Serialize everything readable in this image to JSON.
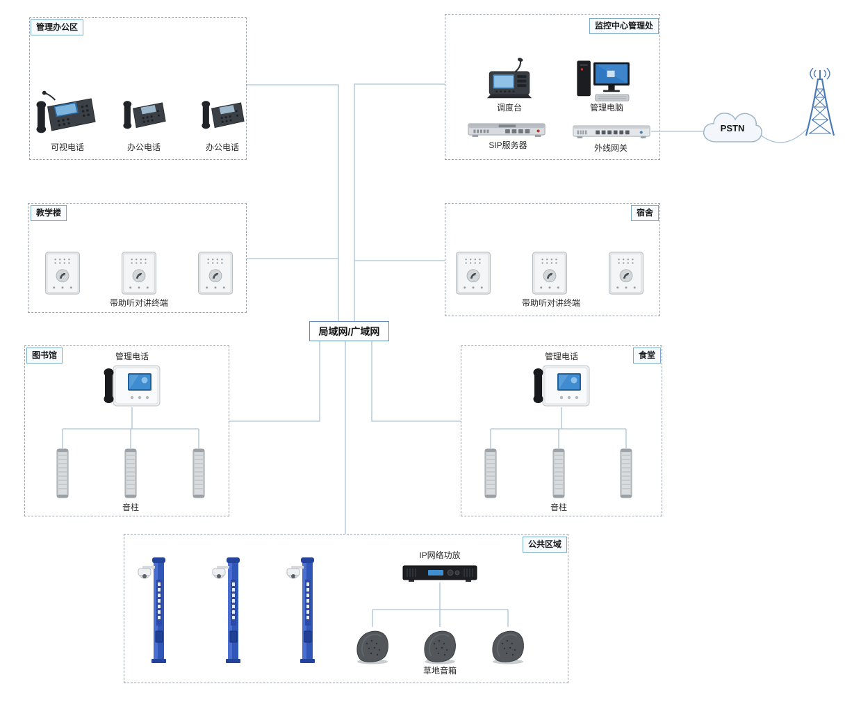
{
  "network": {
    "center_label": "局域网/广域网",
    "pstn_label": "PSTN"
  },
  "zones": {
    "office": {
      "title": "管理办公区",
      "captions": [
        "可视电话",
        "办公电话",
        "办公电话"
      ]
    },
    "monitor": {
      "title": "监控中心管理处",
      "captions": [
        "调度台",
        "管理电脑",
        "SIP服务器",
        "外线网关"
      ]
    },
    "teaching": {
      "title": "教学楼",
      "caption": "带助听对讲终端"
    },
    "dorm": {
      "title": "宿舍",
      "caption": "带助听对讲终端"
    },
    "library": {
      "title": "图书馆",
      "phone_caption": "管理电话",
      "speaker_caption": "音柱"
    },
    "canteen": {
      "title": "食堂",
      "phone_caption": "管理电话",
      "speaker_caption": "音柱"
    },
    "public": {
      "title": "公共区域",
      "amp_caption": "IP网络功放",
      "speaker_caption": "草地音箱"
    }
  },
  "colors": {
    "wire": "#a9c3d6",
    "zone_border": "#9aa1a8",
    "chip_border": "#7ba9c9",
    "pole_blue": "#3056b8",
    "tower_blue": "#4a7ab8",
    "cloud_fill": "#f3f7fb"
  }
}
